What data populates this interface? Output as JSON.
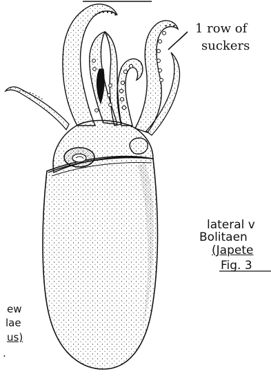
{
  "annotation": {
    "line1": "1 row of",
    "line2": "suckers"
  },
  "right_caption": {
    "line1": "lateral v",
    "line2": "Bolitaen",
    "line3": "(Japete",
    "fig": "Fig. 3"
  },
  "left_caption": {
    "line1": "ew",
    "line2": "lae",
    "line3": "us)",
    "line4": "."
  },
  "colors": {
    "ink": "#111111",
    "paper": "#ffffff"
  }
}
